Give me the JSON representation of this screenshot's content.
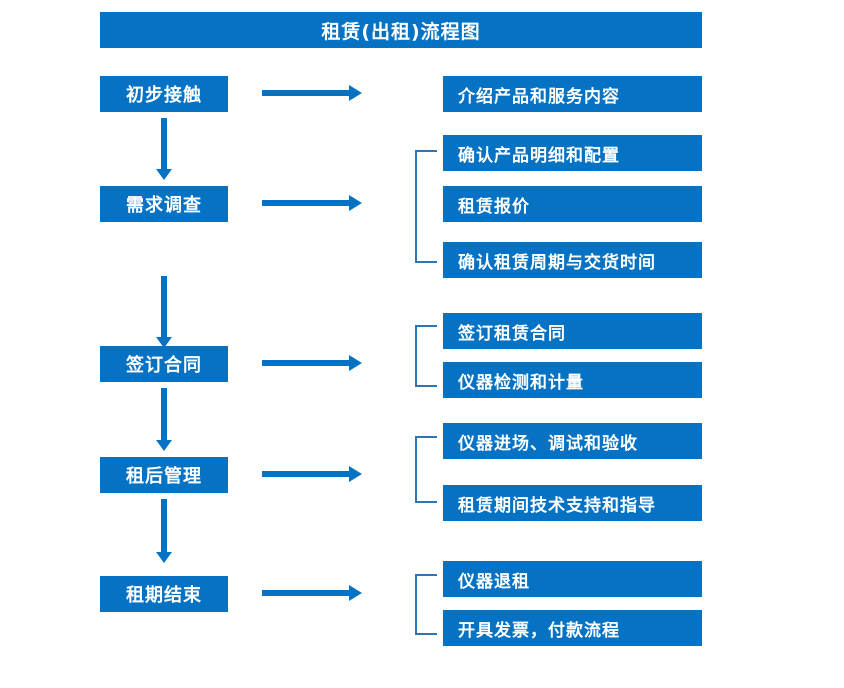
{
  "chart_data": {
    "type": "diagram",
    "title": "租赁(出租)流程图",
    "stages": [
      {
        "label": "初步接触",
        "details": [
          "介绍产品和服务内容"
        ],
        "grouped": false
      },
      {
        "label": "需求调查",
        "details": [
          "确认产品明细和配置",
          "租赁报价",
          "确认租赁周期与交货时间"
        ],
        "grouped": true
      },
      {
        "label": "签订合同",
        "details": [
          "签订租赁合同",
          "仪器检测和计量"
        ],
        "grouped": true
      },
      {
        "label": "租后管理",
        "details": [
          "仪器进场、调试和验收",
          "租赁期间技术支持和指导"
        ],
        "grouped": true
      },
      {
        "label": "租期结束",
        "details": [
          "仪器退租",
          "开具发票，付款流程"
        ],
        "grouped": true
      }
    ]
  },
  "diagram": {
    "title": "租赁(出租)流程图",
    "accent_color": "#0572C4",
    "bracket_color": "#2E75B6",
    "text_color": "#FFFFFF",
    "background_color": "#FFFFFF",
    "stages": [
      {
        "label": "初步接触"
      },
      {
        "label": "需求调查"
      },
      {
        "label": "签订合同"
      },
      {
        "label": "租后管理"
      },
      {
        "label": "租期结束"
      }
    ],
    "details": [
      {
        "label": "介绍产品和服务内容"
      },
      {
        "label": "确认产品明细和配置"
      },
      {
        "label": "租赁报价"
      },
      {
        "label": "确认租赁周期与交货时间"
      },
      {
        "label": "签订租赁合同"
      },
      {
        "label": "仪器检测和计量"
      },
      {
        "label": "仪器进场、调试和验收"
      },
      {
        "label": "租赁期间技术支持和指导"
      },
      {
        "label": "仪器退租"
      },
      {
        "label": "开具发票，付款流程"
      }
    ]
  }
}
